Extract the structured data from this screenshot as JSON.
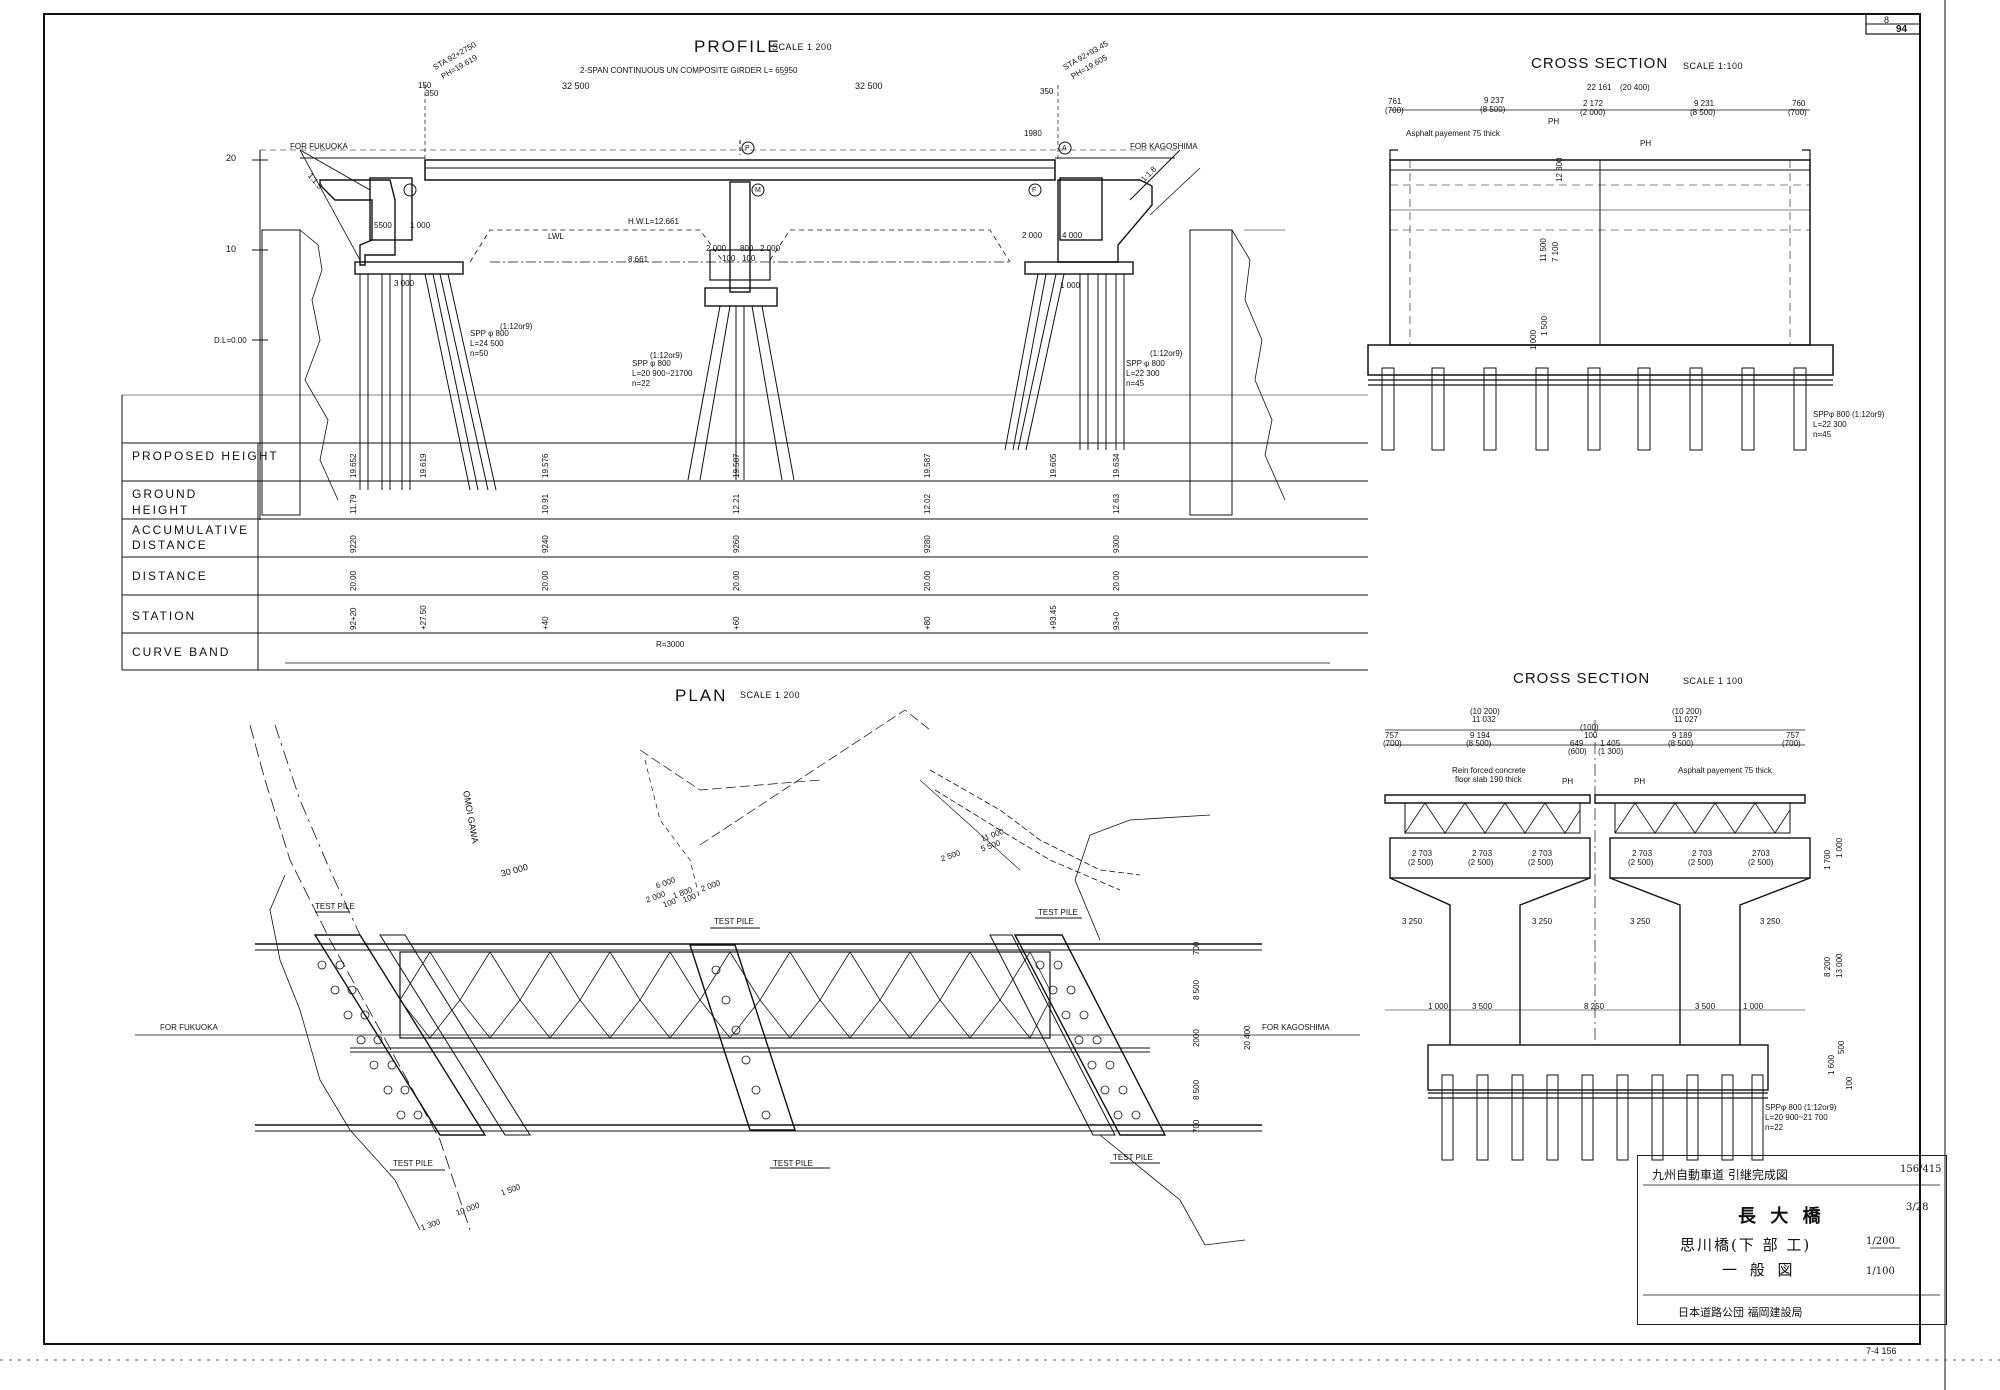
{
  "sheet": {
    "number_top": "8",
    "number_bottom": "94",
    "footer_code": "7-4 156"
  },
  "profile": {
    "title": "PROFILE",
    "scale": "SCALE 1 200",
    "girder_note": "2-SPAN CONTINUOUS UN COMPOSITE GIRDER L= 65̲950",
    "span_left": "32 500",
    "span_right": "32 500",
    "sta_left": "STA 92+2750",
    "ph_left": "PH=19.619",
    "sta_right": "STA 92+93.45",
    "ph_right": "PH=19.605",
    "dim_150": "150",
    "dim_350a": "350",
    "dim_350b": "350",
    "dim_1980": "1980",
    "for_fukuoka": "FOR FUKUOKA",
    "for_kagoshima": "FOR KAGOSHIMA",
    "hwl": "H.W.L=12.661",
    "lwl": "LWL",
    "lwl_value": "8.661",
    "elev_20": "20",
    "elev_10": "10",
    "elev_dl": "D.L=0.00",
    "pier_dims": [
      "2 000",
      "800",
      "2 000",
      "100",
      "100"
    ],
    "spp_left": "SPP φ 800",
    "spp_left_l": "L=24 500",
    "spp_left_n": "n=50",
    "spp_left_ratio": "(1:12or9)",
    "spp_mid": "SPP φ 800",
    "spp_mid_l": "L=20 900~21700",
    "spp_mid_n": "n=22",
    "spp_mid_ratio": "(1:12or9)",
    "spp_right": "SPP φ 800",
    "spp_right_l": "L=22 300",
    "spp_right_n": "n=45",
    "spp_right_ratio": "(1:12or9)",
    "abut_dims": [
      "5500",
      "1 000",
      "3 000",
      "2 000",
      "4 000",
      "1 000"
    ],
    "markers": [
      "P",
      "M",
      "A",
      "F"
    ],
    "slope_left": "1:1.5",
    "slope_right": "1:1.8"
  },
  "profile_table": {
    "rows": [
      "PROPOSED HEIGHT",
      "GROUND HEIGHT",
      "ACCUMULATIVE DISTANCE",
      "DISTANCE",
      "STATION",
      "CURVE BAND"
    ],
    "proposed_height": [
      "19.652",
      "19.619",
      "19.576",
      "19.587",
      "19.587",
      "19.605",
      "19.634"
    ],
    "ground_height": [
      "11.79",
      "10.91",
      "12.21",
      "12.02",
      "12.63"
    ],
    "accumulative_distance": [
      "9220",
      "9240",
      "9260",
      "9280",
      "9300"
    ],
    "distance": [
      "20.00",
      "20.00",
      "20.00",
      "20.00",
      "20.00"
    ],
    "station": [
      "92+20",
      "+27.50",
      "+40",
      "+60",
      "+80",
      "+93.45",
      "93+0"
    ],
    "curve_band": "R=3000"
  },
  "plan": {
    "title": "PLAN",
    "scale": "SCALE 1 200",
    "river": "OMOI GAWA",
    "contour": "30 000",
    "test_pile": "TEST PILE",
    "test_pile_f": "TEST PILE",
    "for_fukuoka": "FOR FUKUOKA",
    "for_kagoshima": "FOR KAGOSHIMA",
    "widths": [
      "700",
      "8 500",
      "2000",
      "20 400",
      "8 500",
      "700"
    ],
    "dims": [
      "2 500",
      "11 000",
      "5 500",
      "6 000",
      "2 000",
      "1 800",
      "2 000",
      "100",
      "100",
      "1 300",
      "10 000",
      "1 500"
    ]
  },
  "cross_section_1": {
    "title": "CROSS SECTION",
    "scale": "SCALE 1:100",
    "total": "22 161",
    "total_paren": "(20 400)",
    "dims": [
      "761",
      "(700)",
      "9 237",
      "(8 500)",
      "2 172",
      "(2 000)",
      "9 231",
      "(8 500)",
      "760",
      "(700)"
    ],
    "asphalt": "Asphalt payement 75 thick",
    "ph": "PH",
    "vert_dims": [
      "12 300",
      "11 500",
      "7 100",
      "1 000",
      "1 500"
    ],
    "spp": "SPPφ 800 (1:12or9)",
    "spp_l": "L=22 300",
    "spp_n": "n=45"
  },
  "cross_section_2": {
    "title": "CROSS SECTION",
    "scale": "SCALE 1 100",
    "top_left": "(10 200)",
    "top_left_b": "11 032",
    "top_right": "(10 200)",
    "top_right_b": "11 027",
    "mid": "(100)",
    "mid_b": "100",
    "dims": [
      "757",
      "(700)",
      "9 194",
      "(8 500)",
      "649",
      "(600)",
      "1 405",
      "(1 300)",
      "9 189",
      "(8 500)",
      "757",
      "(700)"
    ],
    "rc_note": "Rein forced concrete",
    "rc_note2": "floor slab 190 thick",
    "asphalt": "Asphalt payement 75 thick",
    "ph": "PH",
    "cap_dims": [
      "2 703",
      "(2 500)",
      "2 703",
      "(2 500)",
      "2 703",
      "(2 500)",
      "2 703",
      "(2 500)",
      "2 703",
      "(2 500)",
      "2703",
      "(2 500)"
    ],
    "pier_dims": [
      "3 250",
      "3 250",
      "3 250",
      "3 250"
    ],
    "base_dims": [
      "1 000",
      "3 500",
      "8 250",
      "3 500",
      "1 000"
    ],
    "vert_dims": [
      "1 700",
      "1 000",
      "8 200",
      "13 000",
      "1 600",
      "500",
      "100"
    ],
    "spp": "SPPφ 800 (1:12or9)",
    "spp_l": "L=20 900~21 700",
    "spp_n": "n=22"
  },
  "title_block": {
    "line1": "九州自動車道 引継完成図",
    "line1_no": "156/415",
    "line2": "長 大 橋",
    "line2_no": "3/28",
    "line3": "思川橋(下 部 工)",
    "line4": "一 般 図",
    "scale_top": "1/200",
    "scale_bottom": "1/100",
    "office": "日本道路公団 福岡建設局"
  },
  "colors": {
    "ink": "#111111",
    "paper": "#ffffff",
    "hatch": "#444444"
  }
}
